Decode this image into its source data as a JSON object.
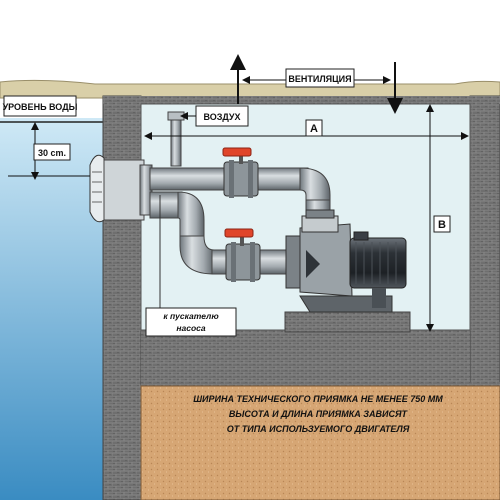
{
  "labels": {
    "water_level": "УРОВЕНЬ ВОДЫ",
    "depth": "30 cm.",
    "air": "ВОЗДУХ",
    "ventilation": "ВЕНТИЛЯЦИЯ",
    "dim_a": "A",
    "dim_b": "B",
    "to_starter_line1": "к пускателю",
    "to_starter_line2": "насоса"
  },
  "note": {
    "line1": "ШИРИНА ТЕХНИЧЕСКОГО ПРИЯМКА НЕ МЕНЕЕ 750 ММ",
    "line2": "ВЫСОТА И ДЛИНА ПРИЯМКА ЗАВИСЯТ",
    "line3": "ОТ ТИПА ИСПОЛЬЗУЕМОГО ДВИГАТЕЛЯ"
  },
  "colors": {
    "water_top": "#bfe2f3",
    "water_bottom": "#3d8fc4",
    "wall": "#6e6e6e",
    "pit_air": "#e6f3f5",
    "soil": "#d8a877",
    "pipe": "#9fa6ab",
    "valve_handle": "#e0452a",
    "motor": "#3a3f45",
    "ground": "#d9cfa8"
  }
}
